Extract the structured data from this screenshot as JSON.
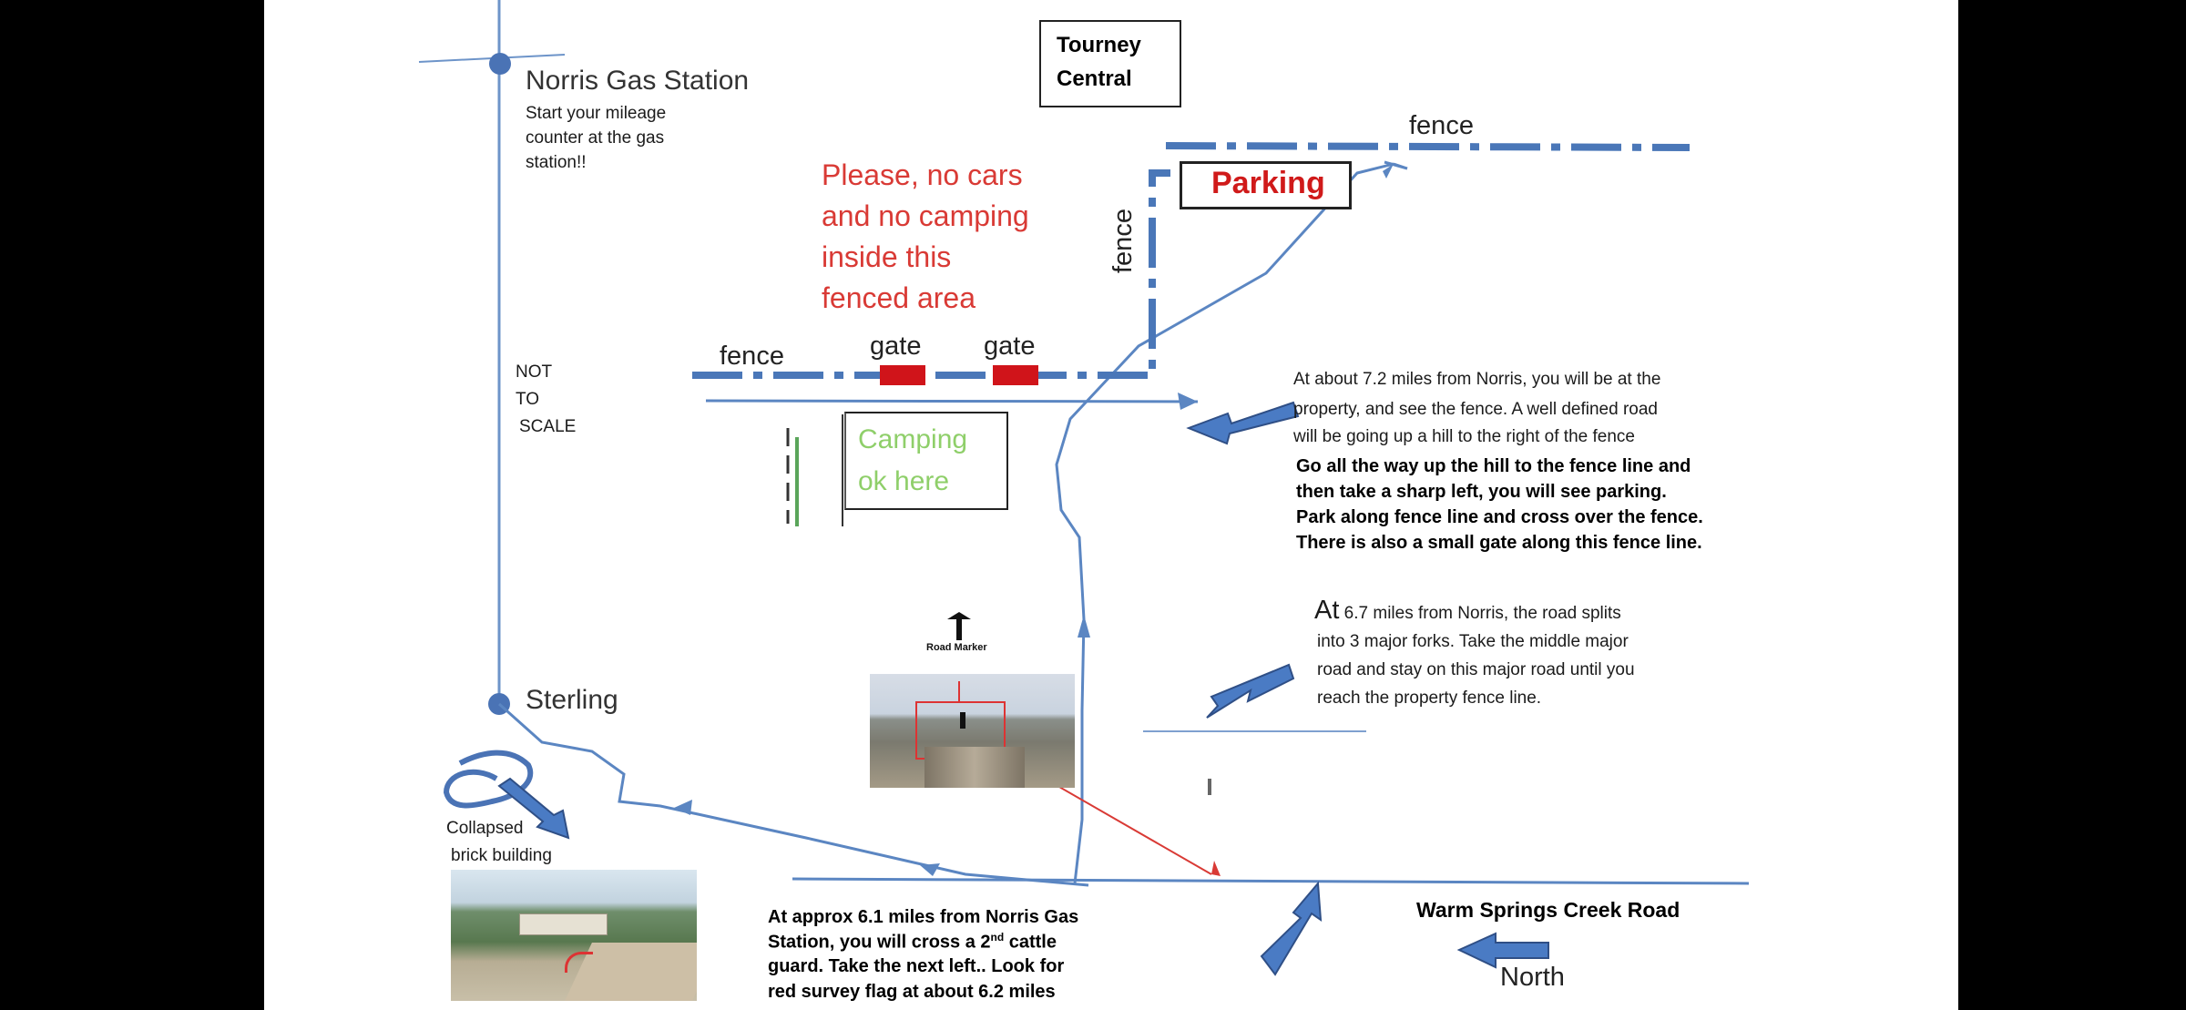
{
  "title_box": {
    "line1": "Tourney",
    "line2": "Central"
  },
  "norris": {
    "name": "Norris Gas Station",
    "note1": "Start your mileage",
    "note2": "counter at the gas",
    "note3": "station!!"
  },
  "no_cars": {
    "l1": "Please, no cars",
    "l2": "and no camping",
    "l3": "inside this",
    "l4": "fenced area"
  },
  "fence_labels": {
    "top": "fence",
    "left": "fence",
    "vertical": "fence"
  },
  "gate_labels": {
    "gate1": "gate",
    "gate2": "gate"
  },
  "parking": "Parking",
  "scale": {
    "l1": "NOT",
    "l2": "TO",
    "l3": "SCALE"
  },
  "camping": {
    "l1": "Camping",
    "l2": "ok here"
  },
  "sterling": "Sterling",
  "collapsed": {
    "l1": "Collapsed",
    "l2": "brick building"
  },
  "road_marker": "Road Marker",
  "note_72": {
    "l1": "At about 7.2 miles from Norris, you will be at the",
    "l2": "property, and  see  the fence.  A well defined road",
    "l3": "will be going up a hill to the right of the fence",
    "b1": "Go all the way up the hill to the fence line and",
    "b2": "then take a sharp left, you will see parking.",
    "b3": "Park along fence line and cross over the fence.",
    "b4": "There is also a small gate along this fence line."
  },
  "note_67": {
    "at": "At",
    "l1": " 6.7 miles from Norris, the road splits",
    "l2": "into 3 major forks. Take the middle  major",
    "l3": "road and stay  on this  major road until you",
    "l4": "reach the property fence line."
  },
  "note_61": {
    "l1": "At approx 6.1 miles from Norris Gas",
    "l2a": "Station, you will cross a 2",
    "l2sup": "nd",
    "l2b": " cattle",
    "l3": "guard.  Take the next left.. Look for",
    "l4": "red survey flag at about 6.2 miles"
  },
  "warm_springs": "Warm Springs Creek  Road",
  "north": "North",
  "colors": {
    "road": "#5b86c2",
    "label_red": "#d93a35",
    "camping_green": "#8fcf6a",
    "gate_red": "#d0141a",
    "parking_red": "#d01a1a",
    "arrow_blue": "#4a7bc4"
  }
}
